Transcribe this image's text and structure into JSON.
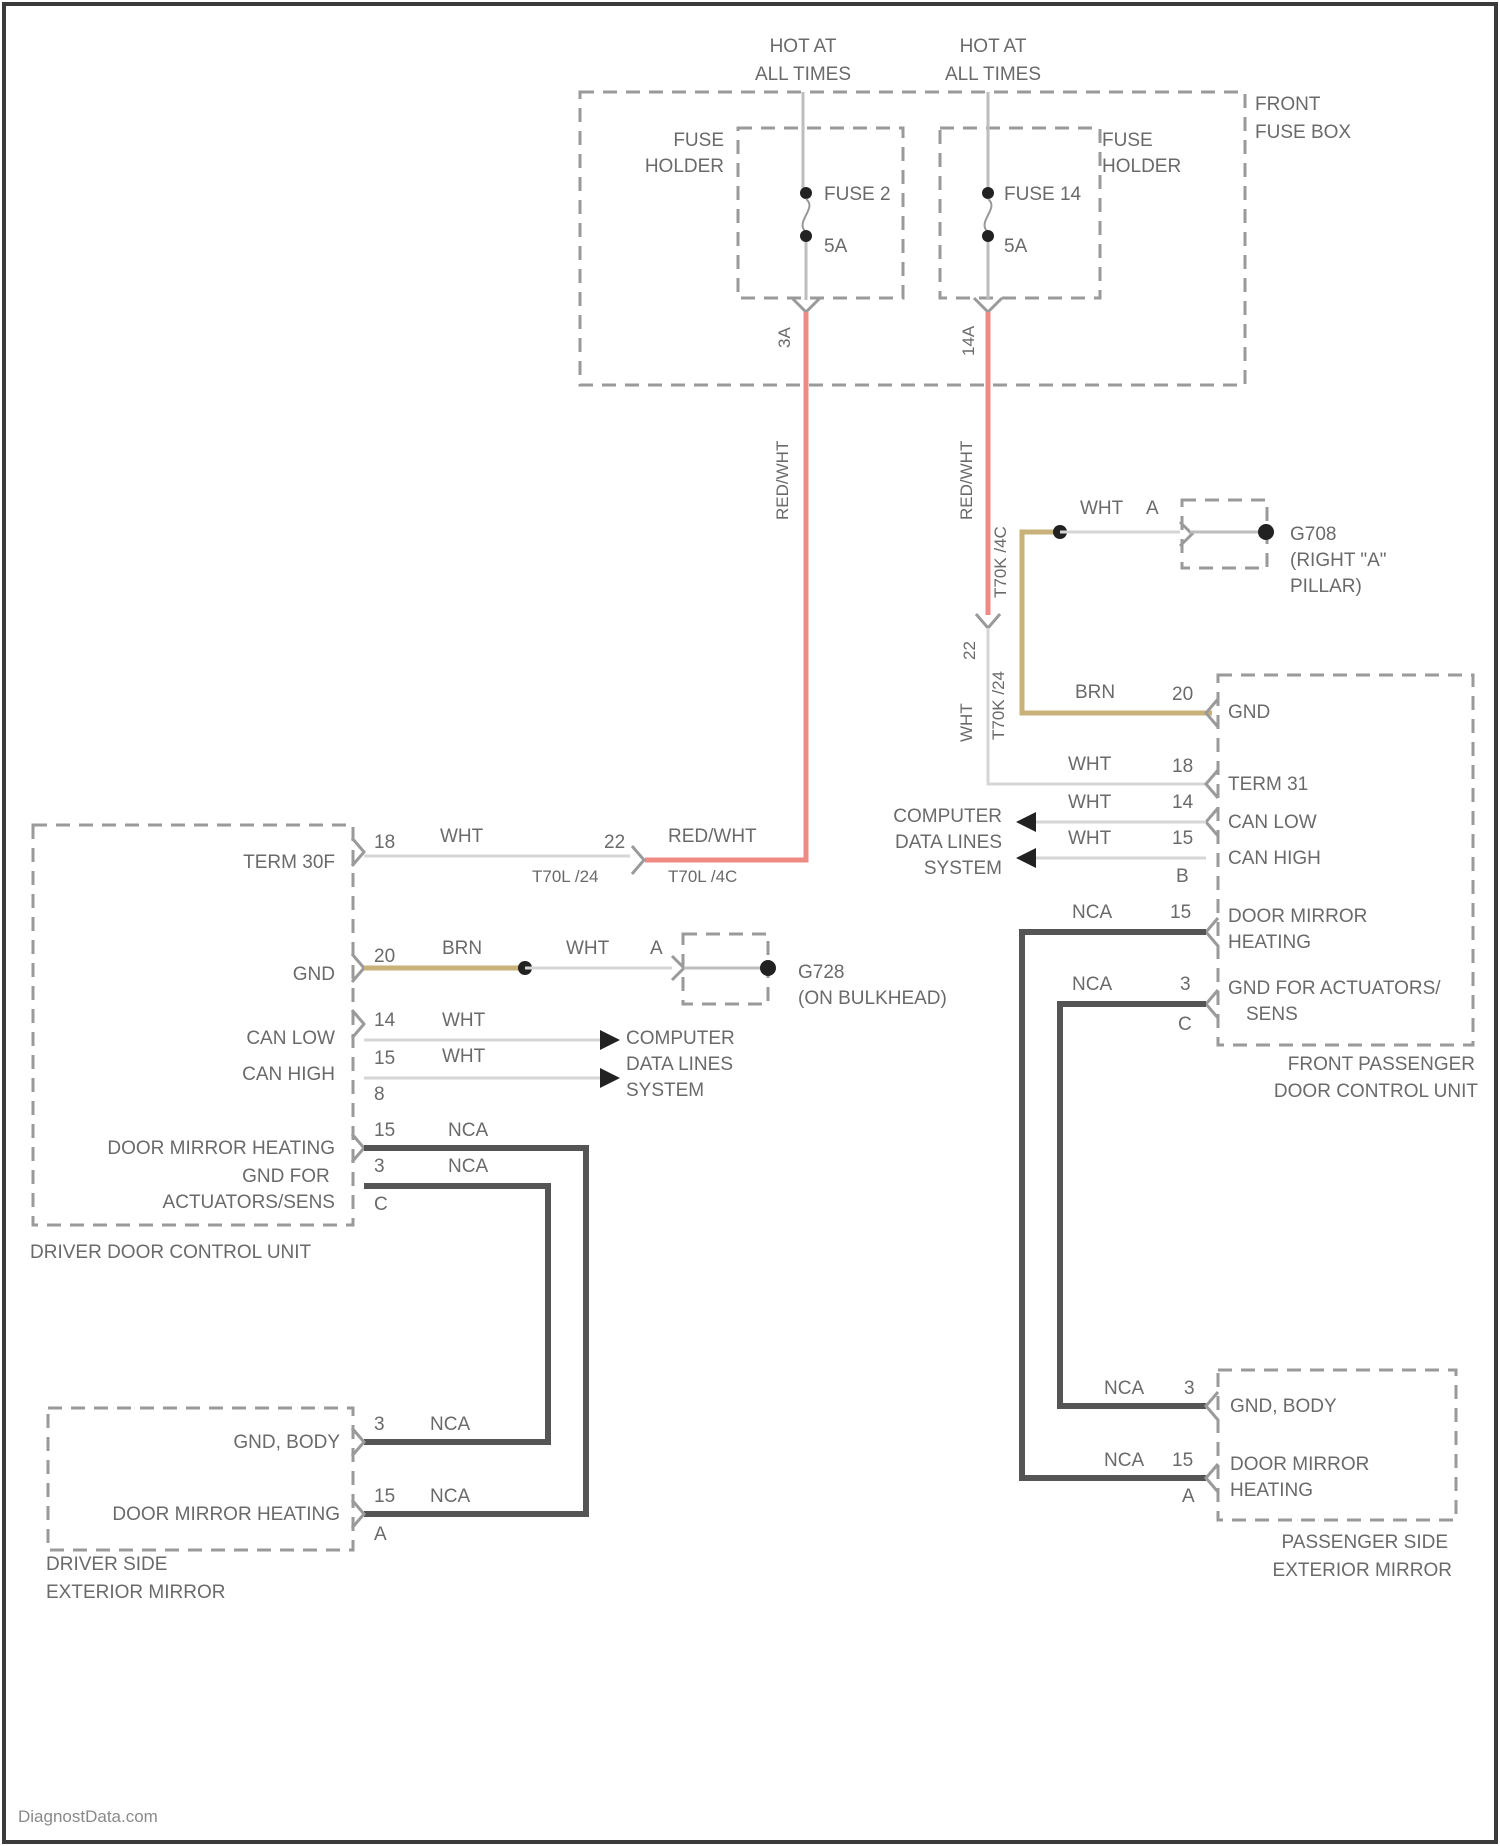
{
  "hot_left": [
    "HOT AT",
    "ALL TIMES"
  ],
  "hot_right": [
    "HOT AT",
    "ALL TIMES"
  ],
  "front_fuse_box": [
    "FRONT",
    "FUSE BOX"
  ],
  "fuse_holder_left": [
    "FUSE",
    "HOLDER"
  ],
  "fuse_holder_right": [
    "FUSE",
    "HOLDER"
  ],
  "fuse_left": {
    "name": "FUSE 2",
    "rating": "5A"
  },
  "fuse_right": {
    "name": "FUSE 14",
    "rating": "5A"
  },
  "fuse_left_pin": "3A",
  "fuse_right_pin": "14A",
  "wire_left_vertical": "RED/WHT",
  "wire_right_vertical": "RED/WHT",
  "right_splice_top": "T70K /4C",
  "right_splice_bottom": [
    "22",
    "T70K /24"
  ],
  "right_wht_vertical": "WHT",
  "ground_right": {
    "wire": "WHT",
    "pin": "A",
    "name": [
      "G708",
      "(RIGHT \"A\"",
      "PILLAR)"
    ]
  },
  "ground_left": {
    "wire": "WHT",
    "pin": "A",
    "name": [
      "G728",
      "(ON BULKHEAD)"
    ]
  },
  "driver_dcu": {
    "title": "DRIVER DOOR CONTROL UNIT",
    "rows": [
      {
        "pin": "18",
        "wire": "WHT",
        "label": "TERM 30F"
      },
      {
        "pin": "20",
        "wire": "BRN",
        "label": "GND"
      },
      {
        "pin": "14",
        "wire": "WHT",
        "label": "CAN LOW"
      },
      {
        "pin": "15",
        "wire": "WHT",
        "label": "CAN HIGH"
      },
      {
        "pin": "8",
        "wire": "",
        "label": ""
      },
      {
        "pin": "15",
        "wire": "NCA",
        "label": "DOOR MIRROR HEATING"
      },
      {
        "pin": "3",
        "wire": "NCA",
        "label": "GND FOR ACTUATORS/SENS"
      },
      {
        "pin": "C",
        "wire": "",
        "label": ""
      }
    ]
  },
  "driver_splice": {
    "pin": "22",
    "wire": "RED/WHT",
    "left": "T70L /24",
    "right": "T70L /4C"
  },
  "driver_cdl": [
    "COMPUTER",
    "DATA LINES",
    "SYSTEM"
  ],
  "passenger_cdl": [
    "COMPUTER",
    "DATA LINES",
    "SYSTEM"
  ],
  "passenger_dcu": {
    "title": [
      "FRONT PASSENGER",
      "DOOR CONTROL UNIT"
    ],
    "rows": [
      {
        "pin": "20",
        "wire": "BRN",
        "label": "GND"
      },
      {
        "pin": "18",
        "wire": "WHT",
        "label": "TERM 31"
      },
      {
        "pin": "14",
        "wire": "WHT",
        "label": "CAN LOW"
      },
      {
        "pin": "15",
        "wire": "WHT",
        "label": "CAN HIGH"
      },
      {
        "pin": "B",
        "wire": "",
        "label": ""
      },
      {
        "pin": "15",
        "wire": "NCA",
        "label": "DOOR MIRROR HEATING"
      },
      {
        "pin": "3",
        "wire": "NCA",
        "label": "GND FOR ACTUATORS/ SENS"
      },
      {
        "pin": "C",
        "wire": "",
        "label": ""
      }
    ]
  },
  "driver_mirror": {
    "title": [
      "DRIVER SIDE",
      "EXTERIOR MIRROR"
    ],
    "rows": [
      {
        "pin": "3",
        "wire": "NCA",
        "label": "GND, BODY"
      },
      {
        "pin": "15",
        "wire": "NCA",
        "label": "DOOR MIRROR HEATING"
      },
      {
        "pin": "A",
        "wire": "",
        "label": ""
      }
    ]
  },
  "passenger_mirror": {
    "title": [
      "PASSENGER SIDE",
      "EXTERIOR MIRROR"
    ],
    "rows": [
      {
        "pin": "3",
        "wire": "NCA",
        "label": "GND, BODY"
      },
      {
        "pin": "15",
        "wire": "NCA",
        "label": "DOOR MIRROR HEATING"
      },
      {
        "pin": "A",
        "wire": "",
        "label": ""
      }
    ]
  },
  "watermark": "DiagnostData.com"
}
